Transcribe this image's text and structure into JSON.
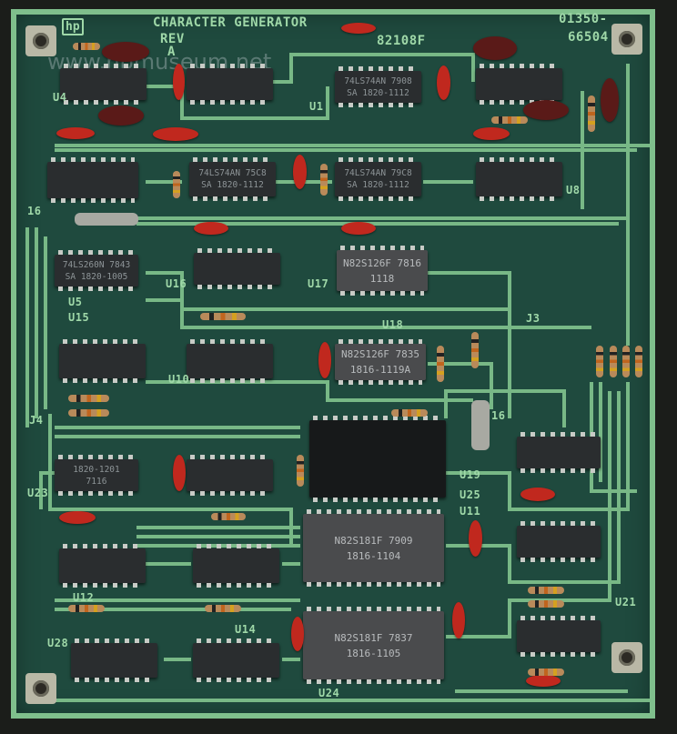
{
  "board": {
    "title": "CHARACTER GENERATOR",
    "rev_label": "REV",
    "rev_value": "A",
    "logo": "hp",
    "part_top": "82108F",
    "assembly_no_1": "01350-",
    "assembly_no_2": "66504",
    "watermark": "www.hpmuseum.net"
  },
  "designators": [
    "U4",
    "U1",
    "U5",
    "U15",
    "U16",
    "U17",
    "U18",
    "J3",
    "J4",
    "U10",
    "U19",
    "U25",
    "U11",
    "U14",
    "U24",
    "U21",
    "U23",
    "U28",
    "U12",
    "U8",
    "16",
    "16"
  ],
  "chips": [
    {
      "line1": "",
      "line2": ""
    },
    {
      "line1": "",
      "line2": ""
    },
    {
      "line1": "74LS74AN 7908",
      "line2": "SA 1820-1112"
    },
    {
      "line1": "",
      "line2": ""
    },
    {
      "line1": "",
      "line2": ""
    },
    {
      "line1": "74LS74AN 75C8",
      "line2": "SA 1820-1112"
    },
    {
      "line1": "74LS74AN 79C8",
      "line2": "SA 1820-1112"
    },
    {
      "line1": "",
      "line2": ""
    },
    {
      "line1": "74LS260N 7843",
      "line2": "SA 1820-1005"
    },
    {
      "line1": "",
      "line2": ""
    },
    {
      "line1": "N82S126F 7816",
      "line2": "1118"
    },
    {
      "line1": "",
      "line2": ""
    },
    {
      "line1": "",
      "line2": ""
    },
    {
      "line1": "N82S126F 7835",
      "line2": "1816-1119A"
    },
    {
      "line1": "",
      "line2": ""
    },
    {
      "line1": "",
      "line2": ""
    },
    {
      "line1": "1820-1201",
      "line2": "7116"
    },
    {
      "line1": "",
      "line2": ""
    },
    {
      "line1": "N82S181F 7909",
      "line2": "1816-1104"
    },
    {
      "line1": "",
      "line2": ""
    },
    {
      "line1": "",
      "line2": ""
    },
    {
      "line1": "",
      "line2": ""
    },
    {
      "line1": "N82S181F 7837",
      "line2": "1816-1105"
    },
    {
      "line1": "",
      "line2": ""
    },
    {
      "line1": "",
      "line2": ""
    },
    {
      "line1": "",
      "line2": ""
    }
  ]
}
